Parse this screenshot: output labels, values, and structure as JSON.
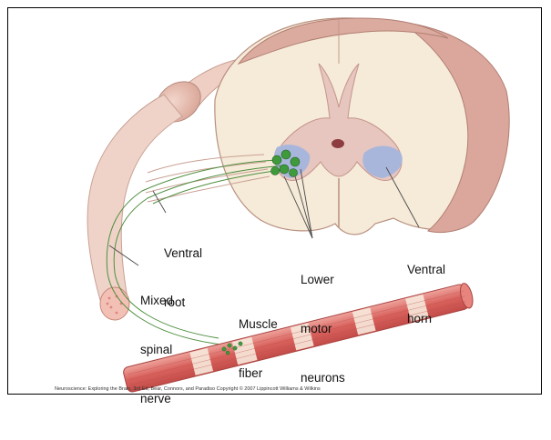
{
  "labels": {
    "ventral_root": [
      "Ventral",
      "root"
    ],
    "lower_motor_neurons": [
      "Lower",
      "motor",
      "neurons"
    ],
    "ventral_horn": [
      "Ventral",
      "horn"
    ],
    "mixed_spinal_nerve": [
      "Mixed",
      "spinal",
      "nerve"
    ],
    "muscle_fiber": [
      "Muscle",
      "fiber"
    ]
  },
  "credit": "Neuroscience: Exploring the Brain, 3rd Ed, Bear, Connors, and Paradiso Copyright © 2007 Lippincott Williams & Wilkins",
  "colors": {
    "white_matter": "#f6ead8",
    "gray_matter": "#e6c6bf",
    "cord_surface": "#dba79c",
    "ventral_horn_region": "#a9b6dc",
    "neuron": "#3f9a3c",
    "axon": "#4f8f3f",
    "nerve": "#e9c2b6",
    "muscle": "#dd6f6a",
    "muscle_band": "#f7e9dc"
  }
}
